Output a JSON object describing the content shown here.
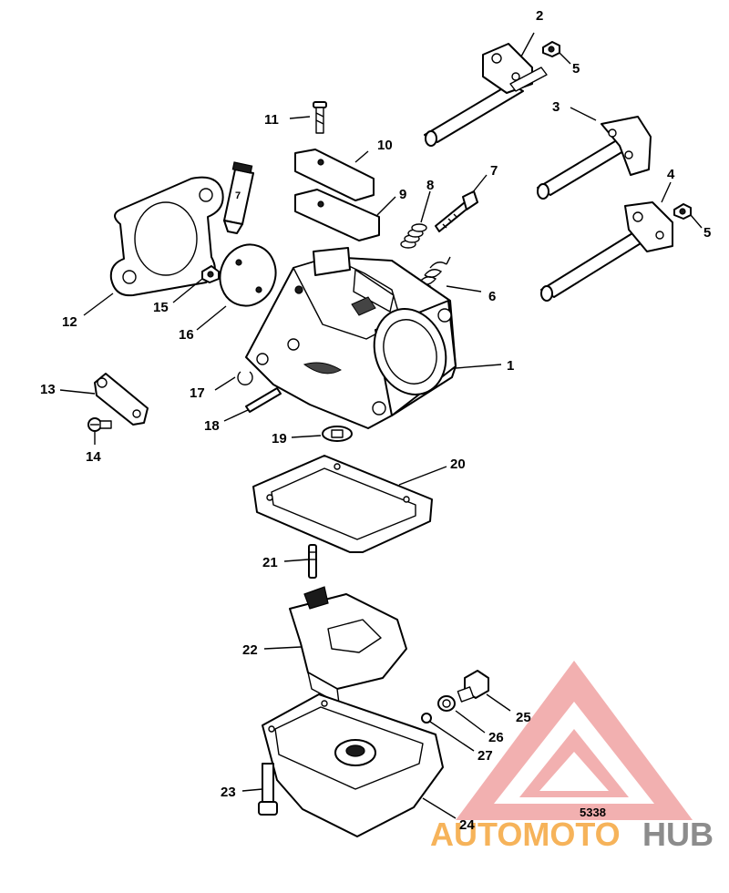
{
  "diagram": {
    "figure_number": "5338",
    "watermark": {
      "text_orange": "AUTOMOTO",
      "text_gray": "HUB",
      "colors": {
        "triangle": "#f0a2a2",
        "orange": "#f6b35a",
        "gray": "#8c8c8c"
      }
    },
    "callouts": [
      {
        "id": "c2",
        "text": "2"
      },
      {
        "id": "c5a",
        "text": "5"
      },
      {
        "id": "c3",
        "text": "3"
      },
      {
        "id": "c4",
        "text": "4"
      },
      {
        "id": "c5b",
        "text": "5"
      },
      {
        "id": "c11",
        "text": "11"
      },
      {
        "id": "c10",
        "text": "10"
      },
      {
        "id": "c9",
        "text": "9"
      },
      {
        "id": "c8",
        "text": "8"
      },
      {
        "id": "c7",
        "text": "7"
      },
      {
        "id": "c6",
        "text": "6"
      },
      {
        "id": "c1",
        "text": "1"
      },
      {
        "id": "c12",
        "text": "12"
      },
      {
        "id": "c15",
        "text": "15"
      },
      {
        "id": "c16",
        "text": "16"
      },
      {
        "id": "c17",
        "text": "17"
      },
      {
        "id": "c18",
        "text": "18"
      },
      {
        "id": "c19",
        "text": "19"
      },
      {
        "id": "c13",
        "text": "13"
      },
      {
        "id": "c14",
        "text": "14"
      },
      {
        "id": "c20",
        "text": "20"
      },
      {
        "id": "c21",
        "text": "21"
      },
      {
        "id": "c22",
        "text": "22"
      },
      {
        "id": "c23",
        "text": "23"
      },
      {
        "id": "c24",
        "text": "24"
      },
      {
        "id": "c25",
        "text": "25"
      },
      {
        "id": "c26",
        "text": "26"
      },
      {
        "id": "c27",
        "text": "27"
      }
    ],
    "tube_label": "7"
  }
}
